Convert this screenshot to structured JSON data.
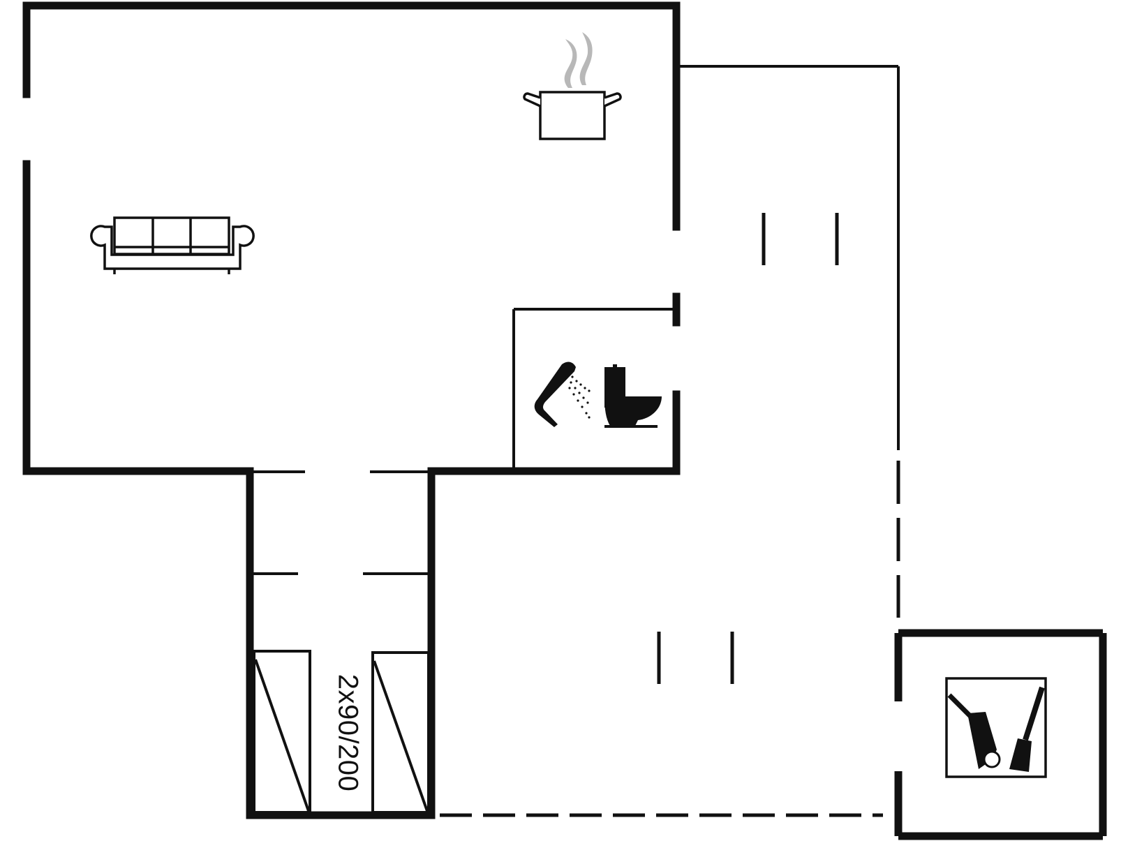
{
  "plan": {
    "type": "floor-plan",
    "colors": {
      "wall": "#111111",
      "background": "#ffffff",
      "steam": "#b8b8b8"
    },
    "rooms": [
      {
        "name": "living-kitchen",
        "icons": [
          "sofa-icon",
          "cooking-pot-icon"
        ]
      },
      {
        "name": "bathroom",
        "icons": [
          "shower-icon",
          "toilet-icon"
        ]
      },
      {
        "name": "bedroom",
        "icons": [
          "bed-icon",
          "bed-icon"
        ],
        "label": "2x90/200"
      },
      {
        "name": "utility-shed",
        "icons": [
          "tools-icon"
        ]
      },
      {
        "name": "terrace"
      }
    ]
  },
  "labels": {
    "bed_size": "2x90/200"
  }
}
